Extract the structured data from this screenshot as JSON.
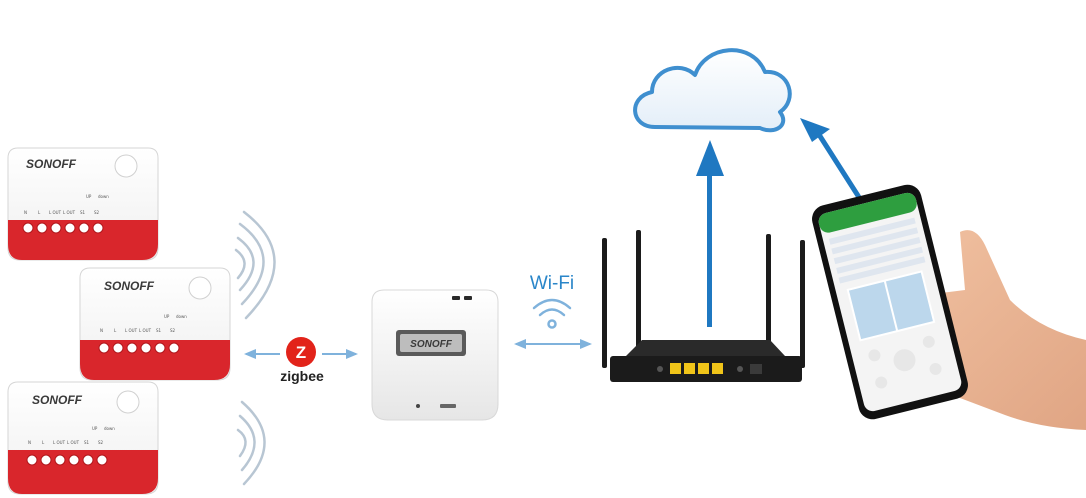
{
  "brand_text": "SONOFF",
  "protocols": {
    "zigbee_label": "zigbee",
    "zigbee_logo_letter": "Z",
    "wifi_label": "Wi-Fi"
  },
  "device_terminal_labels": {
    "up": "UP",
    "down": "down",
    "n": "N",
    "l": "L",
    "l_out1": "L OUT",
    "l_out2": "L OUT",
    "s1": "S1",
    "s2": "S2"
  },
  "colors": {
    "relay_red": "#d9262c",
    "hub_white": "#f2f2f2",
    "router_black": "#1b1b1b",
    "port_yellow": "#f0c419",
    "arrow_blue": "#1f78c1",
    "cloud_blue": "#3f8fcf",
    "wifi_blue": "#2a86c9",
    "zigbee_red": "#e2231a",
    "phone_green": "#2e9e3f"
  },
  "icons": {
    "cloud": "cloud-icon",
    "wifi": "wifi-icon",
    "zigbee": "zigbee-logo-icon",
    "signal": "signal-waves-icon",
    "arrow": "double-arrow-icon"
  }
}
